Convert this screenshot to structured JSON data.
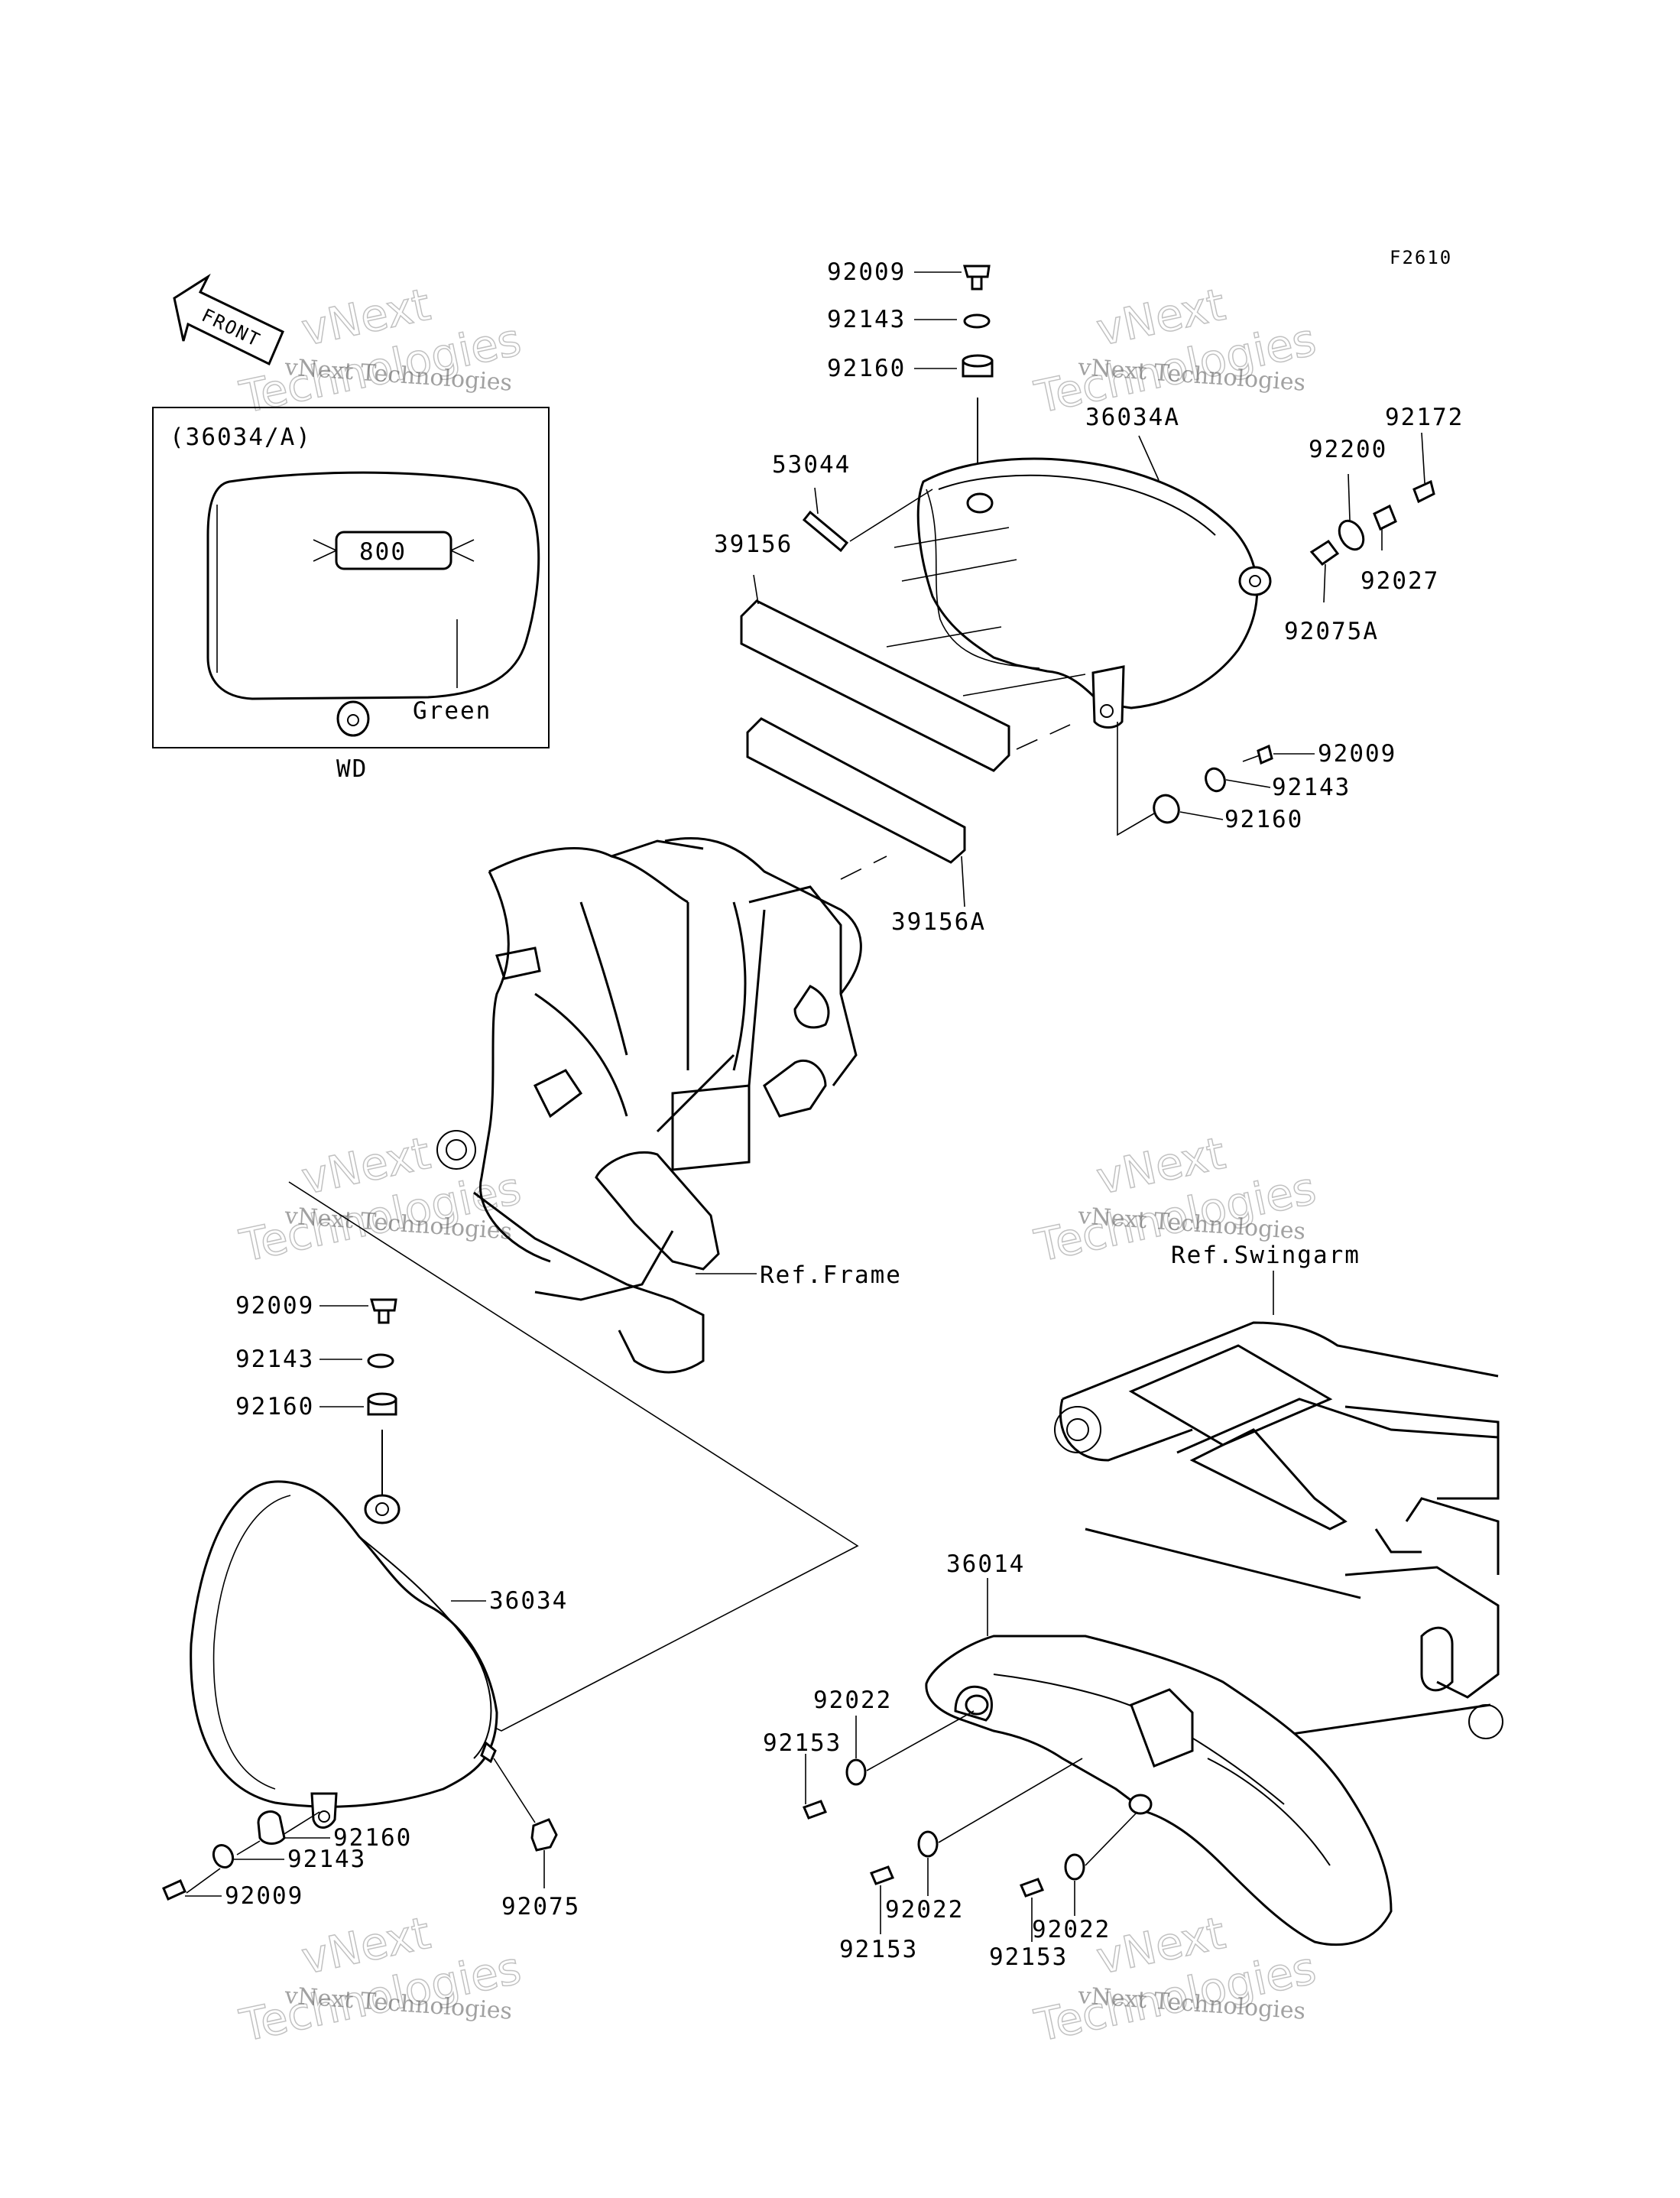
{
  "figure_code": "F2610",
  "front_arrow_text": "FRONT",
  "inset": {
    "title": "(36034/A)",
    "emblem": "800",
    "color_label": "Green",
    "caption": "WD"
  },
  "references": {
    "frame": "Ref.Frame",
    "swingarm": "Ref.Swingarm"
  },
  "watermark": {
    "line1": "vNext",
    "line2": "Technologies",
    "full": "vNext Technologies"
  },
  "labels": {
    "top_92009": "92009",
    "top_92143": "92143",
    "top_92160": "92160",
    "p36034A": "36034A",
    "p92172": "92172",
    "p92200": "92200",
    "p92027": "92027",
    "p92075A": "92075A",
    "p53044": "53044",
    "p39156": "39156",
    "p39156A": "39156A",
    "r_92009": "92009",
    "r_92143": "92143",
    "r_92160": "92160",
    "l_92009": "92009",
    "l_92143": "92143",
    "l_92160": "92160",
    "p36034": "36034",
    "b_92160": "92160",
    "b_92143": "92143",
    "b_92009": "92009",
    "p92075": "92075",
    "p36014": "36014",
    "s_92022a": "92022",
    "s_92153a": "92153",
    "s_92022b": "92022",
    "s_92153b": "92153",
    "s_92022c": "92022",
    "s_92153c": "92153"
  }
}
